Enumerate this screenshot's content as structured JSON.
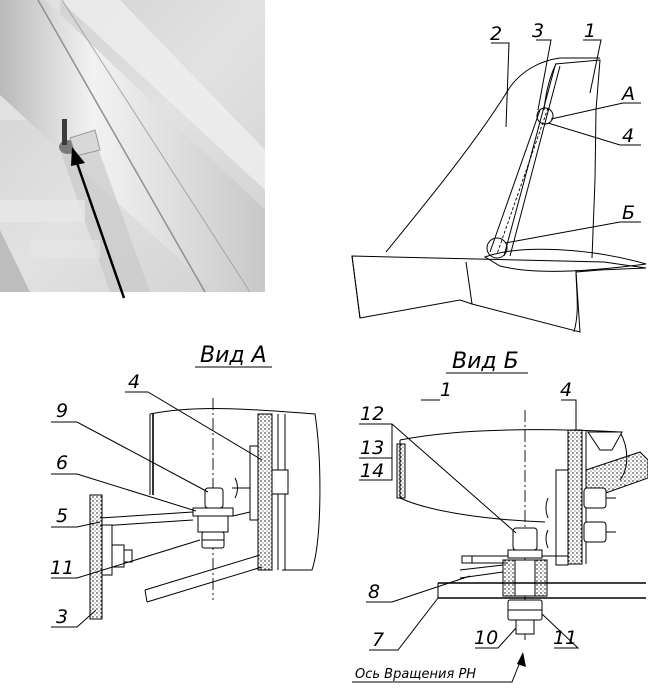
{
  "labels": {
    "fin": {
      "l1": "1",
      "l2": "2",
      "l3": "3",
      "lA": "A",
      "l4": "4",
      "lB": "Б"
    },
    "viewA": {
      "title": "Вид А",
      "l4": "4",
      "l9": "9",
      "l6": "6",
      "l5": "5",
      "l11": "11",
      "l3": "3"
    },
    "viewB": {
      "title": "Вид Б",
      "l1": "1",
      "l4": "4",
      "l12": "12",
      "l13": "13",
      "l14": "14",
      "l8": "8",
      "l7": "7",
      "l10": "10",
      "l11": "11",
      "axis": "Ось Вращения РН"
    }
  },
  "colors": {
    "ink": "#000000",
    "paper": "#ffffff",
    "photo_bg": "#d9d9d9"
  }
}
